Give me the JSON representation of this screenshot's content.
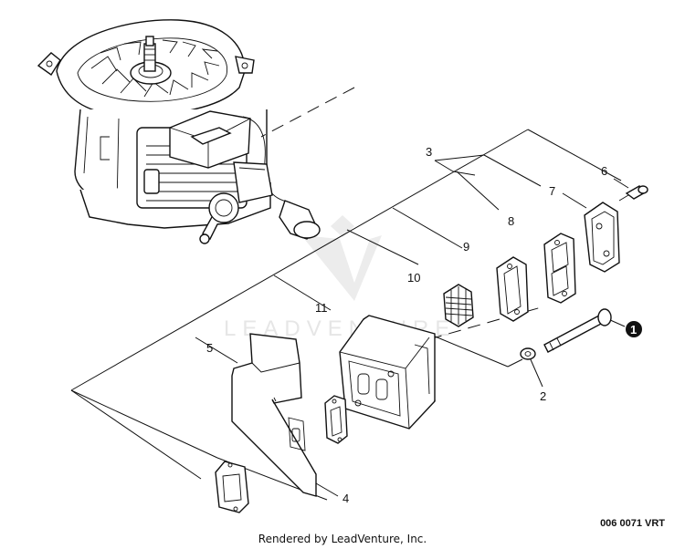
{
  "watermark": "LEADVENTURE",
  "callouts": [
    {
      "id": "c1",
      "label": "1"
    },
    {
      "id": "c2",
      "label": "2"
    },
    {
      "id": "c3",
      "label": "3"
    },
    {
      "id": "c4",
      "label": "4"
    },
    {
      "id": "c5",
      "label": "5"
    },
    {
      "id": "c6",
      "label": "6"
    },
    {
      "id": "c7",
      "label": "7"
    },
    {
      "id": "c8",
      "label": "8"
    },
    {
      "id": "c9",
      "label": "9"
    },
    {
      "id": "c10",
      "label": "10"
    },
    {
      "id": "c11",
      "label": "11"
    }
  ],
  "diagram_code": "006 0071 VRT",
  "footer": "Rendered by LeadVenture, Inc."
}
